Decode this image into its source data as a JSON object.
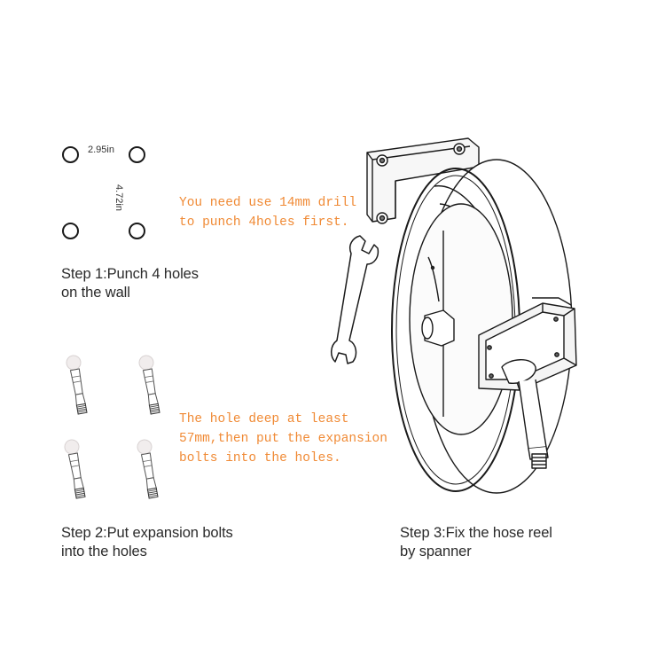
{
  "step1": {
    "label_line1": "Step 1:Punch 4 holes",
    "label_line2": "on the wall",
    "dimension_horizontal": "2.95in",
    "dimension_vertical": "4.72in",
    "note_line1": "You need use 14mm drill",
    "note_line2": "to punch 4holes first."
  },
  "step2": {
    "label_line1": "Step 2:Put expansion bolts",
    "label_line2": "into the holes",
    "note_line1": "The hole deep at least",
    "note_line2": "57mm,then put the expansion",
    "note_line3": "bolts into the holes."
  },
  "step3": {
    "label_line1": "Step 3:Fix the hose reel",
    "label_line2": "by spanner"
  },
  "colors": {
    "note": "#f08a35",
    "text": "#2a2a2a",
    "line": "#1a1a1a"
  },
  "icons": {
    "holes": "wall-hole-icon",
    "bolts": "expansion-bolt-icon",
    "wrench": "spanner-icon",
    "reel": "hose-reel-drawing"
  }
}
